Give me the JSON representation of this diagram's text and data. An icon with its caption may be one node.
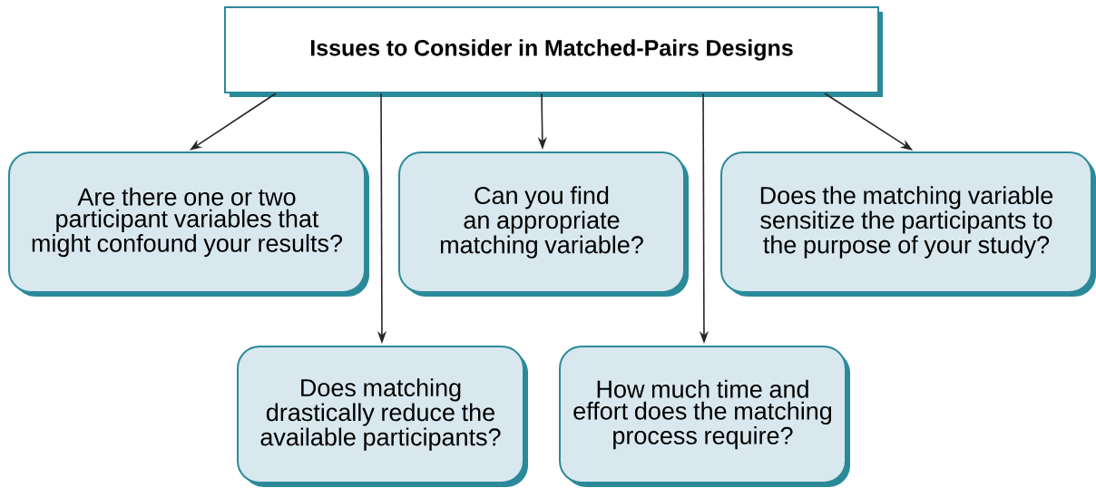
{
  "diagram": {
    "nodes": [
      {
        "text": [
          "Issues to Consider in Matched-Pairs Designs"
        ]
      },
      {
        "text": [
          "Are there one or two participant variables that might confound your results?"
        ]
      },
      {
        "text": [
          "Can you find an appropriate matching variable?"
        ]
      },
      {
        "text": [
          "Does the matching variable sensitize the participants to the purpose of your study?"
        ]
      },
      {
        "text": [
          "Does matching drastically reduce the available participants?"
        ]
      },
      {
        "text": [
          "How much time and effort does the matching process require?"
        ]
      }
    ],
    "edges": [
      {
        "from": 0,
        "to": 1,
        "arrow": "to"
      },
      {
        "from": 0,
        "to": 4,
        "arrow": "to"
      },
      {
        "from": 0,
        "to": 2,
        "arrow": "to"
      },
      {
        "from": 0,
        "to": 5,
        "arrow": "to"
      },
      {
        "from": 0,
        "to": 3,
        "arrow": "to"
      }
    ]
  }
}
